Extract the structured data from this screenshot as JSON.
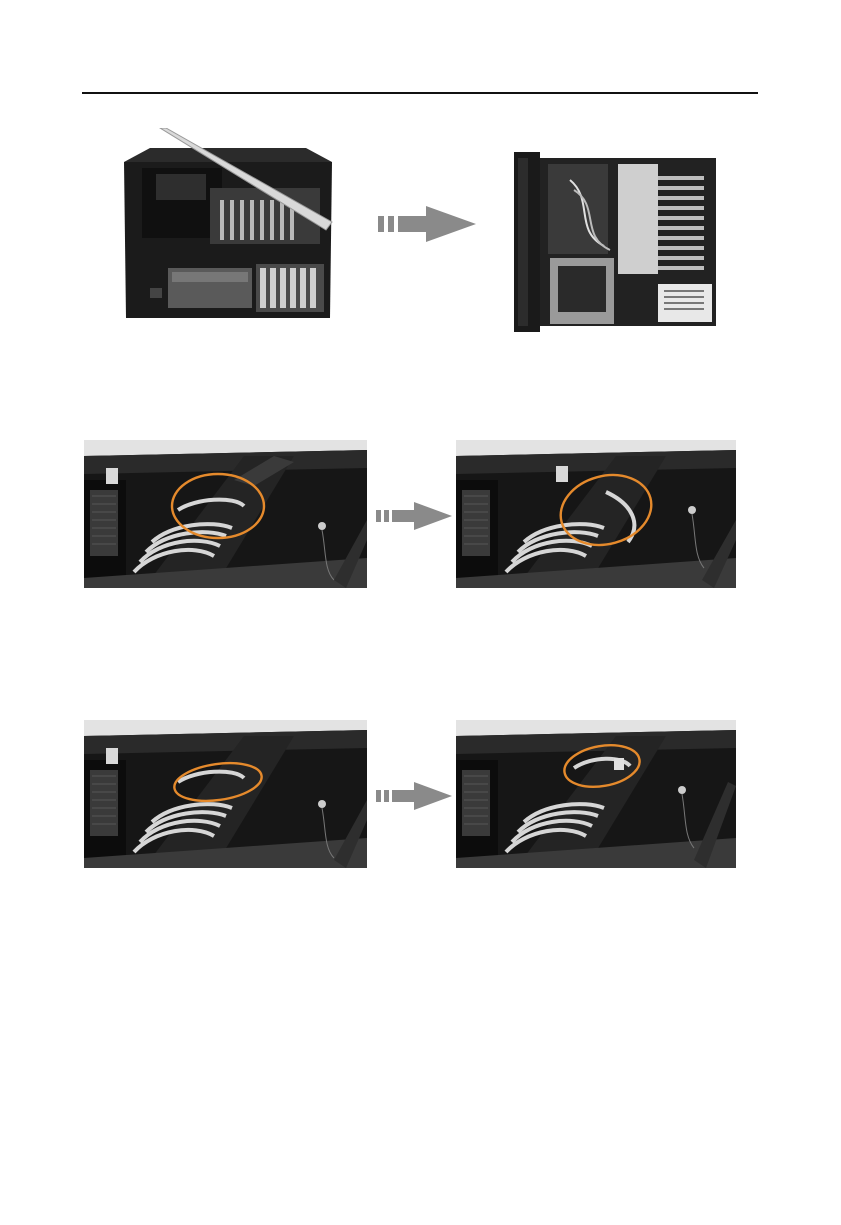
{
  "document": {
    "step_rows": [
      {
        "before_photo": "chassis-open-top-view",
        "after_photo": "chassis-top-down-view"
      },
      {
        "before_photo": "card-clamp-bar-before",
        "after_photo": "card-clamp-bar-after"
      },
      {
        "before_photo": "card-clamp-bar-before",
        "after_photo": "card-clamp-bar-after"
      }
    ],
    "arrow_icon": "next-step-arrow-icon",
    "colors": {
      "rule": "#111111",
      "arrow": "#8a8a8a",
      "highlight_circle": "#e58a2c",
      "chassis_black": "#151515"
    }
  }
}
